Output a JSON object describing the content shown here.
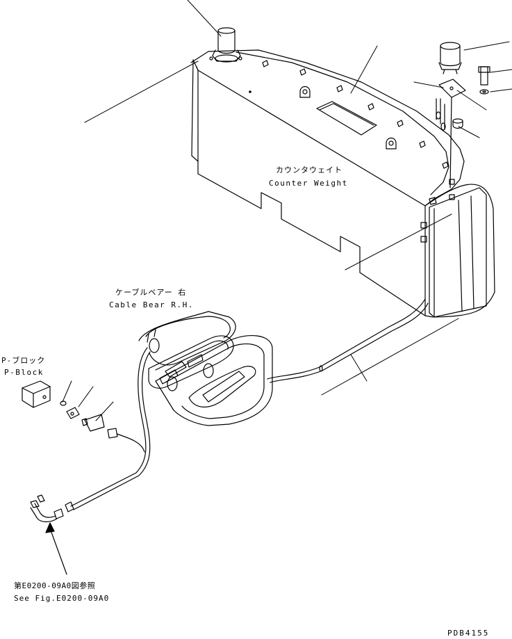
{
  "labels": {
    "counterweight_jp": "カウンタウェイト",
    "counterweight_en": "Counter Weight",
    "cablebear_jp": "ケーブルベアー 右",
    "cablebear_en": "Cable Bear R.H.",
    "pblock_jp": "P-ブロック",
    "pblock_en": "P-Block",
    "ref_jp": "第E0200-09A0図参照",
    "ref_en": "See Fig.E0200-09A0",
    "drawing_no": "PDB4155"
  }
}
